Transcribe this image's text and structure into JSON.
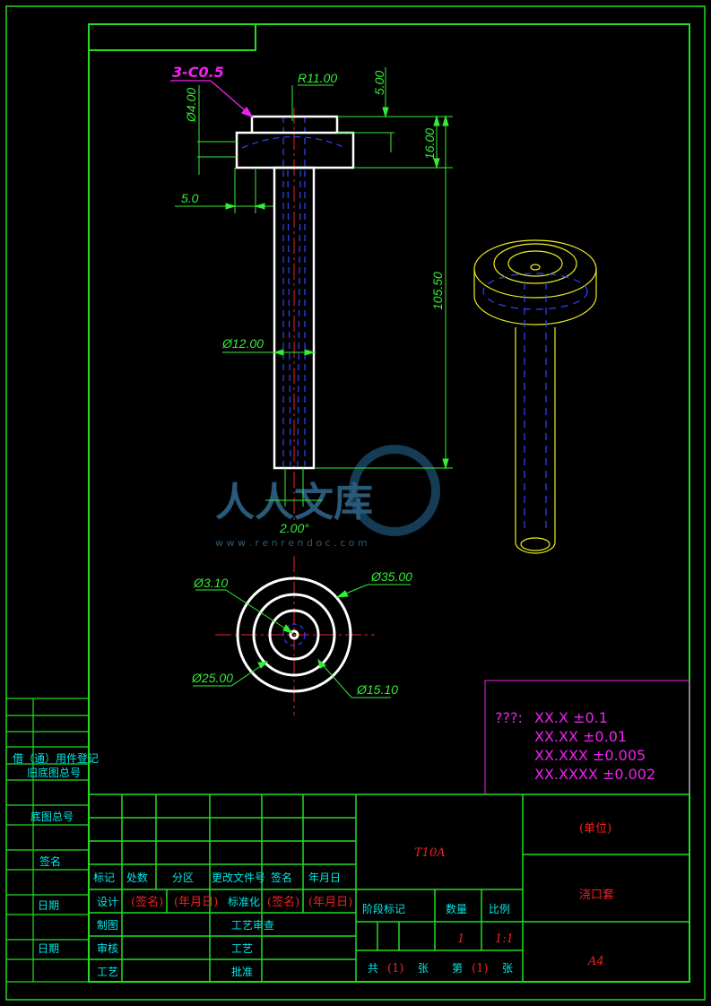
{
  "colors": {
    "frame": "#22dd22",
    "part": "#ffffff",
    "dimension": "#33ee33",
    "title_text": "#ee2222",
    "label_text": "#00e8e8",
    "tolerance_text": "#ee22ee",
    "hidden_lines": "#3344ff",
    "center_line": "#ee2222",
    "iso_view": "#eeee22"
  },
  "dimensions": {
    "chamfer": "3-C0.5",
    "radius": "R11.00",
    "top_step": "5.00",
    "head_dia": "Ø4.00",
    "flange_height": "16.00",
    "flange_offset": "5.0",
    "total_length": "105.50",
    "shaft_dia": "Ø12.00",
    "taper": "2.00°",
    "inner_hole": "Ø3.10",
    "outer_dia": "Ø35.00",
    "mid_dia": "Ø25.00",
    "step_dia": "Ø15.10"
  },
  "tolerance_box": {
    "prefix": "???:",
    "lines": [
      "XX.X  ±0.1",
      "XX.XX  ±0.01",
      "XX.XXX  ±0.005",
      "XX.XXXX  ±0.002"
    ]
  },
  "left_strip": {
    "labels": [
      "借（通）用件登记",
      "旧底图总号",
      "底图总号",
      "签名",
      "日期",
      "日期"
    ]
  },
  "title_block": {
    "material": "T10A",
    "unit": "(单位)",
    "part_name": "浇口套",
    "sheet_size": "A4",
    "rev_headers": [
      "标记",
      "处数",
      "分区",
      "更改文件号",
      "签名",
      "年月日"
    ],
    "design_row": [
      "设计",
      "(签名)",
      "(年月日)",
      "标准化",
      "(签名)",
      "(年月日)"
    ],
    "drafting": "制图",
    "process_review": "工艺审查",
    "check": "审核",
    "craft": "工艺",
    "approve": "批准",
    "stage_label": "阶段标记",
    "weight_label": "数量",
    "scale_label": "比例",
    "weight_value": "1",
    "scale_value": "1:1",
    "sheets": [
      "共",
      "(1)",
      "张",
      "第",
      "(1)",
      "张"
    ]
  },
  "watermark": {
    "text": "人人文库",
    "url": "w w w . r e n r e n d o c . c o m"
  }
}
